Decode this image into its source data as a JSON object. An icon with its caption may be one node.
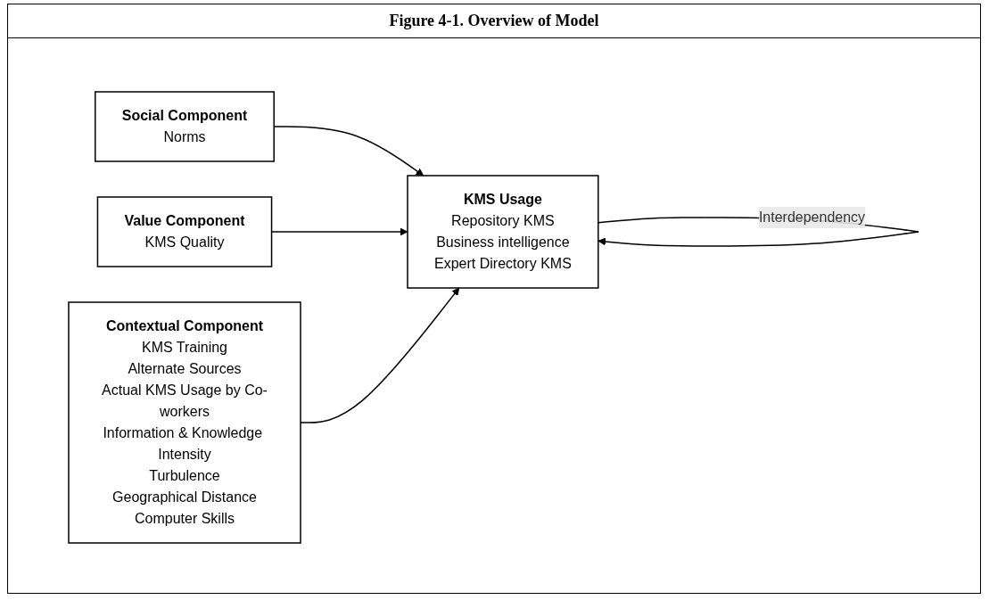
{
  "diagram": {
    "title": "Figure 4-1. Overview of Model",
    "nodes": [
      {
        "text": [
          "Social Component",
          "Norms"
        ]
      },
      {
        "text": [
          "Value Component",
          "KMS Quality"
        ]
      },
      {
        "text": [
          "Contextual Component",
          "KMS Training",
          "Alternate Sources",
          "Actual KMS Usage by Co-workers",
          "Information & Knowledge Intensity",
          "Turbulence",
          "Geographical Distance",
          "Computer Skills"
        ]
      },
      {
        "text": [
          "KMS Usage",
          "Repository KMS",
          "Business intelligence",
          "Expert Directory KMS"
        ]
      }
    ],
    "edges": [
      {
        "from": 0,
        "to": 3,
        "arrow": "to"
      },
      {
        "from": 1,
        "to": 3,
        "arrow": "to"
      },
      {
        "from": 2,
        "to": 3,
        "arrow": "to"
      },
      {
        "from": 3,
        "to": 3,
        "arrow": "to",
        "label": "Interdependency"
      }
    ]
  }
}
